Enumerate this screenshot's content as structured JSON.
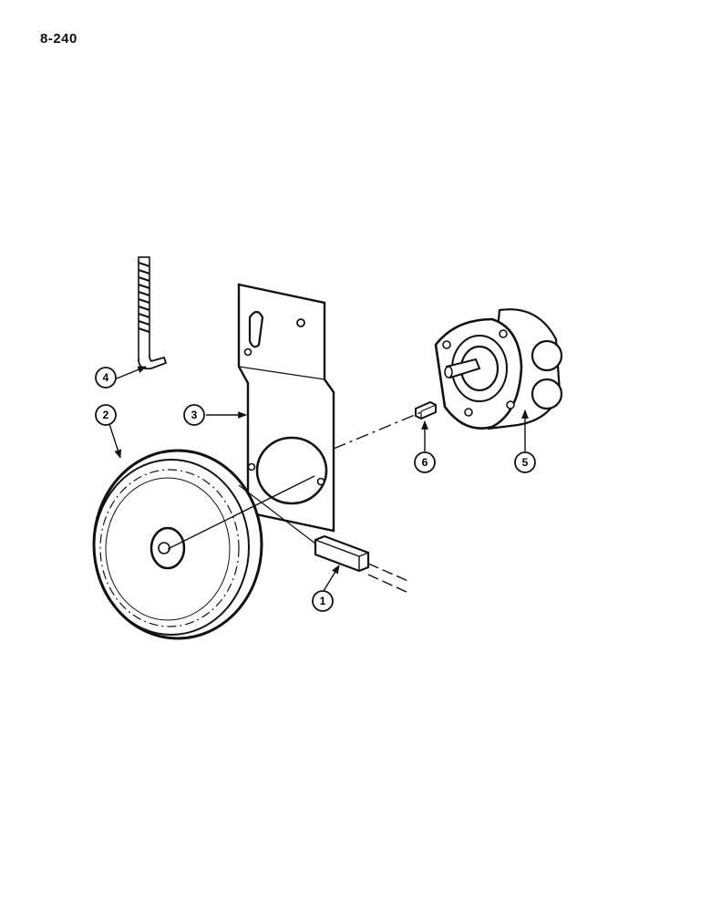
{
  "page": {
    "number": "8-240"
  },
  "callouts": [
    {
      "id": "callout-1",
      "label": "1"
    },
    {
      "id": "callout-2",
      "label": "2"
    },
    {
      "id": "callout-3",
      "label": "3"
    },
    {
      "id": "callout-4",
      "label": "4"
    },
    {
      "id": "callout-5",
      "label": "5"
    },
    {
      "id": "callout-6",
      "label": "6"
    }
  ]
}
